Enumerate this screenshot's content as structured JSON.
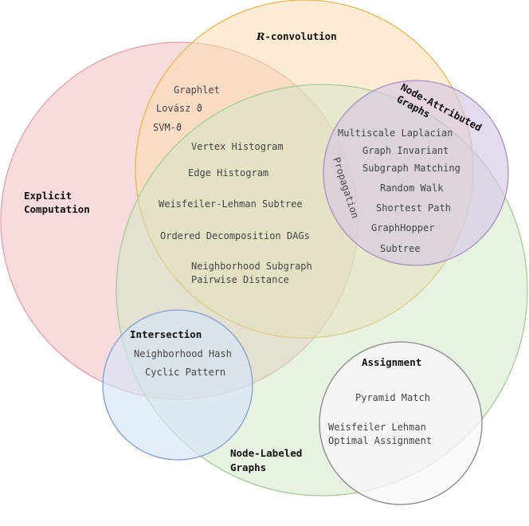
{
  "regions": {
    "explicit": {
      "title_line1": "Explicit",
      "title_line2": "Computation",
      "color": "#e99aa0"
    },
    "rconv": {
      "title": "R-convolution",
      "title_italic": "R",
      "title_rest": "-convolution",
      "color": "#f3c26a"
    },
    "nodelabeled": {
      "title_line1": "Node-Labeled",
      "title_line2": "Graphs",
      "color": "#9ccc8c"
    },
    "nodeattr": {
      "title_line1": "Node-Attributed",
      "title_line2": "Graphs",
      "color": "#b9a0c9"
    },
    "intersection": {
      "title": "Intersection",
      "color": "#a9c4ea"
    },
    "assignment": {
      "title": "Assignment",
      "color": "#f7f7f7"
    }
  },
  "labels": {
    "graphlet": "Graphlet",
    "lovasz": "Lovász ϑ",
    "svm": "SVM-ϑ",
    "vertex_histogram": "Vertex Histogram",
    "edge_histogram": "Edge Histogram",
    "wl_subtree": "Weisfeiler-Lehman Subtree",
    "odd": "Ordered Decomposition DAGs",
    "nspd_line1": "Neighborhood Subgraph",
    "nspd_line2": "Pairwise Distance",
    "multiscale_laplacian": "Multiscale Laplacian",
    "graph_invariant": "Graph Invariant",
    "subgraph_matching": "Subgraph Matching",
    "random_walk": "Random Walk",
    "shortest_path": "Shortest Path",
    "graphhopper": "GraphHopper",
    "subtree": "Subtree",
    "propagation": "Propagation",
    "neighborhood_hash": "Neighborhood Hash",
    "cyclic_pattern": "Cyclic Pattern",
    "pyramid_match": "Pyramid Match",
    "wl_oa_line1": "Weisfeiler Lehman",
    "wl_oa_line2": "Optimal Assignment"
  }
}
